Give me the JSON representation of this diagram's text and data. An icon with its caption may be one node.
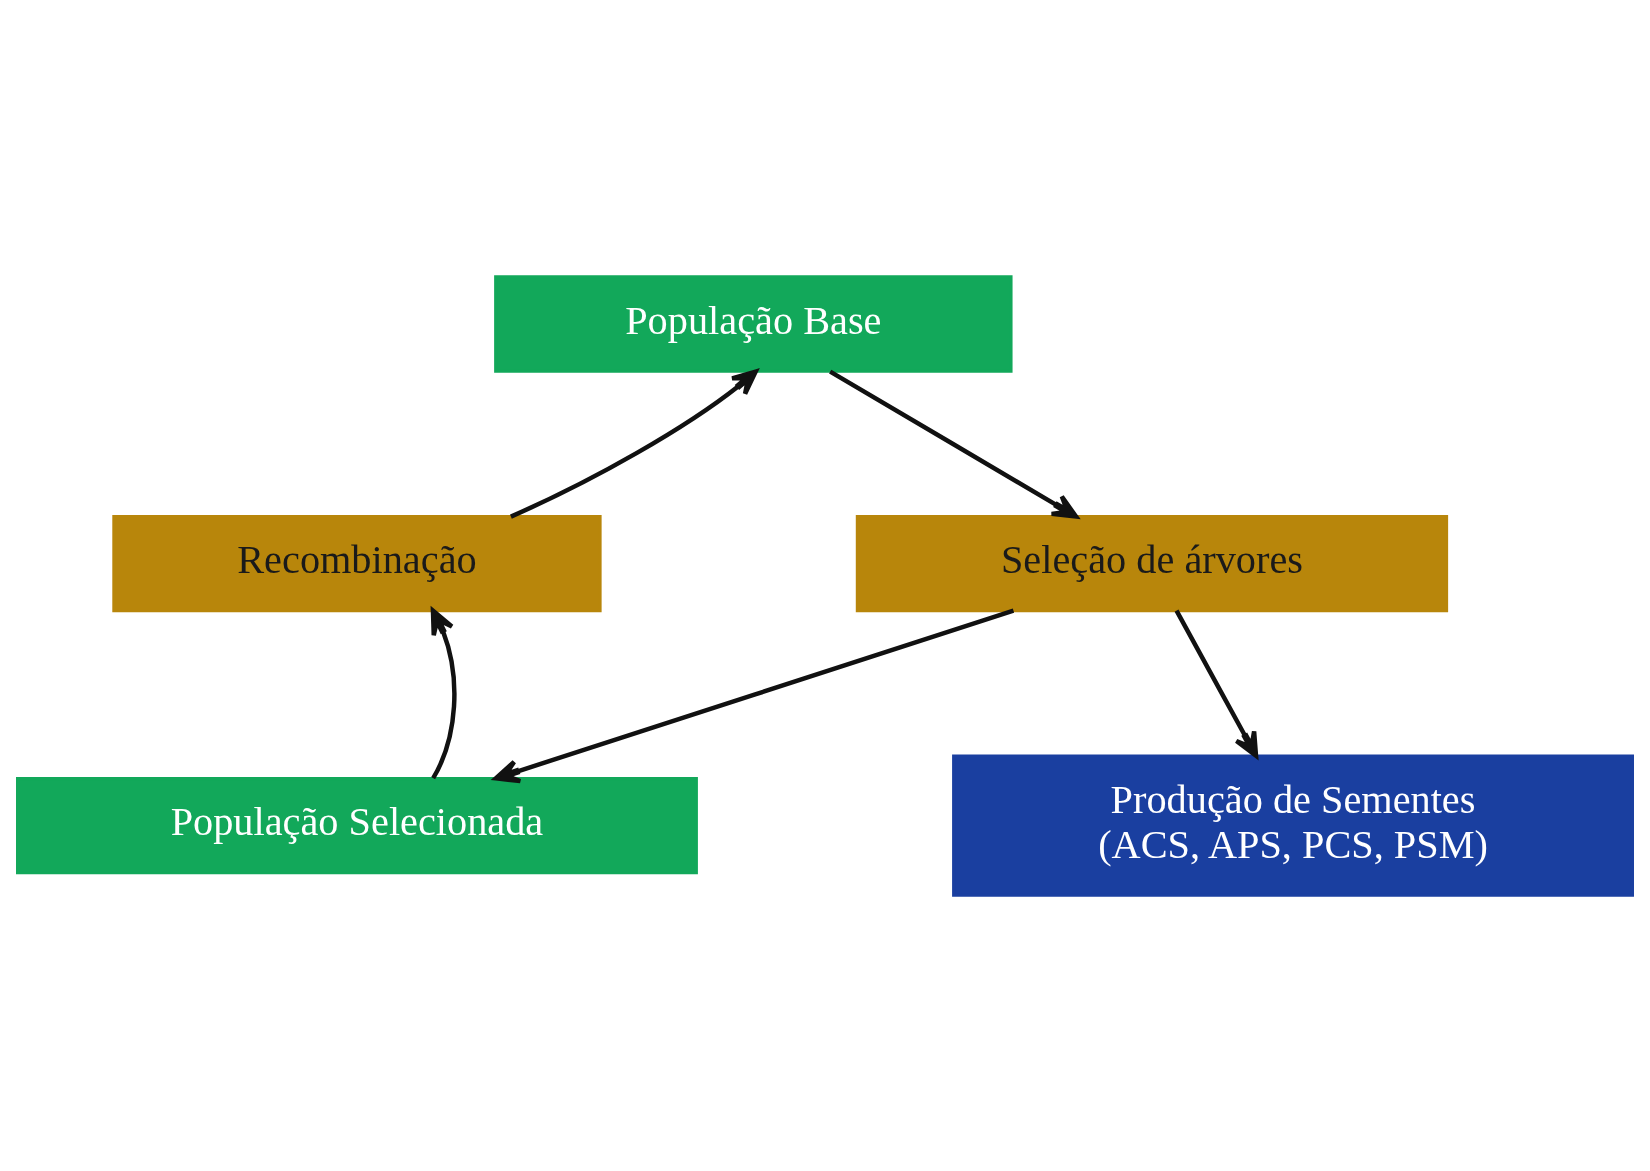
{
  "diagram": {
    "nodes": [
      {
        "text": [
          "População Base"
        ]
      },
      {
        "text": [
          "Seleção de árvores"
        ]
      },
      {
        "text": [
          "População Selecionada"
        ]
      },
      {
        "text": [
          "Recombinação"
        ]
      },
      {
        "text": [
          "Produção de Sementes",
          "(ACS, APS, PCS, PSM)"
        ]
      }
    ],
    "edges": [
      {
        "from": 0,
        "to": 1,
        "arrow": "to"
      },
      {
        "from": 1,
        "to": 2,
        "arrow": "to"
      },
      {
        "from": 2,
        "to": 3,
        "arrow": "to"
      },
      {
        "from": 3,
        "to": 0,
        "arrow": "to"
      },
      {
        "from": 1,
        "to": 4,
        "arrow": "to"
      }
    ]
  }
}
